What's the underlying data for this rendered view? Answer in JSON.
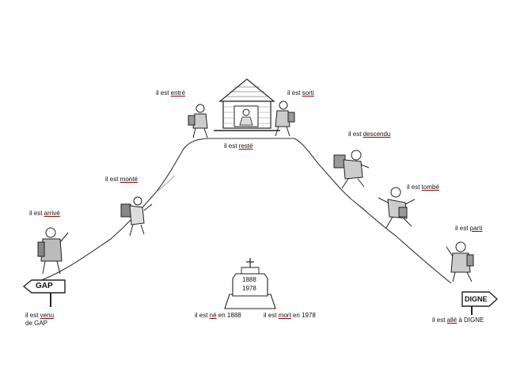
{
  "labels": {
    "entre": {
      "prefix": "il est ",
      "verb": "entré",
      "suffix": ""
    },
    "sorti": {
      "prefix": "il est ",
      "verb": "sorti",
      "suffix": ""
    },
    "reste": {
      "prefix": "il est ",
      "verb": "resté",
      "suffix": ""
    },
    "descendu": {
      "prefix": "il est ",
      "verb": "descendu",
      "suffix": ""
    },
    "monte": {
      "prefix": "il est ",
      "verb": "monté",
      "suffix": ""
    },
    "tombe": {
      "prefix": "il est ",
      "verb": "tombé",
      "suffix": ""
    },
    "arrive": {
      "prefix": "il est ",
      "verb": "arrivé",
      "suffix": ""
    },
    "parti": {
      "prefix": "il est ",
      "verb": "parti",
      "suffix": ""
    },
    "venu": {
      "prefix": "il est ",
      "verb": "venu",
      "suffix": "",
      "line2": "de GAP"
    },
    "ne": {
      "prefix": "il est ",
      "verb": "né",
      "suffix": " en 1888"
    },
    "mort": {
      "prefix": "il est ",
      "verb": "mort",
      "suffix": " en 1978"
    },
    "alle": {
      "prefix": "il est ",
      "verb": "allé",
      "suffix": " à DIGNE"
    }
  },
  "signs": {
    "left": "GAP",
    "right": "DIGNE"
  },
  "tombstone": {
    "birth": "1888",
    "death": "1978"
  }
}
